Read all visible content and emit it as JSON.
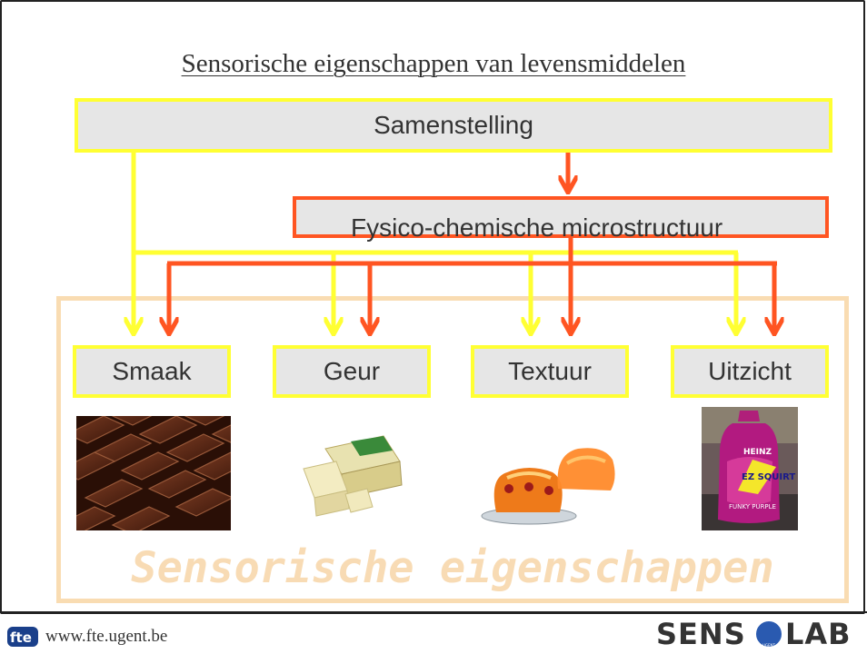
{
  "title": "Sensorische eigenschappen van levensmiddelen",
  "nodes": {
    "samenstelling": "Samenstelling",
    "microstructuur": "Fysico-chemische microstructuur",
    "smaak": "Smaak",
    "geur": "Geur",
    "textuur": "Textuur",
    "uitzicht": "Uitzicht"
  },
  "watermark": "Sensorische eigenschappen",
  "footer": {
    "url": "www.fte.ugent.be",
    "logo_left": "fte",
    "logo_right": "SENS LAB",
    "logo_badge": "UGENT"
  },
  "images": {
    "smaak": "chocolate-bar-image",
    "geur": "cheese-image",
    "textuur": "jelly-pudding-image",
    "uitzicht": "ketchup-bottle-image"
  },
  "colors": {
    "yellow": "#ffff33",
    "red": "#ff5522",
    "panel": "#f9dcb2",
    "box_fill": "#e6e6e6"
  },
  "product_label": {
    "brand": "HEINZ",
    "name": "EZ SQUIRT",
    "variant": "FUNKY PURPLE"
  }
}
